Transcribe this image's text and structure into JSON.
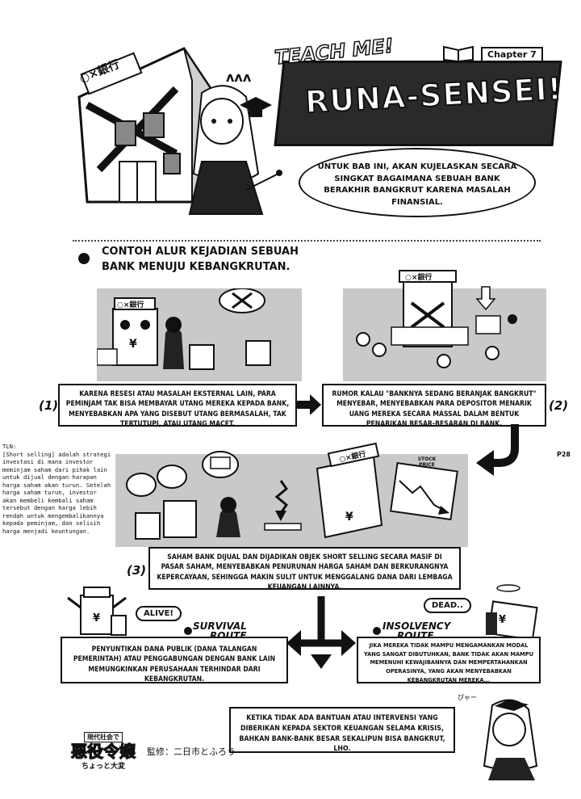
{
  "header": {
    "teach_me": "TEACH ME!",
    "chapter": "Chapter 7",
    "runa_sensei": "RUNA-SENSEI!",
    "bank_sign": "○×銀行",
    "intro": "UNTUK BAB INI, AKAN KUJELASKAN SECARA SINGKAT BAGAIMANA SEBUAH BANK BERAKHIR BANGKRUT KARENA MASALAH FINANSIAL."
  },
  "section": {
    "title_line1": "CONTOH ALUR KEJADIAN SEBUAH",
    "title_line2": "BANK MENUJU KEBANGKRUTAN."
  },
  "steps": [
    {
      "num": "(1)",
      "text": "KARENA RESESI ATAU MASALAH EKSTERNAL LAIN, PARA PEMINJAM TAK BISA MEMBAYAR UTANG MEREKA KEPADA BANK, MENYEBABKAN APA YANG DISEBUT UTANG BERMASALAH, TAK TERTUTUPI, ATAU UTANG MACET."
    },
    {
      "num": "(2)",
      "text": "RUMOR KALAU \"BANKNYA SEDANG BERANJAK BANGKRUT\" MENYEBAR, MENYEBABKAN PARA DEPOSITOR MENARIK UANG MEREKA SECARA MASSAL DALAM BENTUK PENARIKAN BESAR-BESARAN DI BANK."
    },
    {
      "num": "(3)",
      "text": "SAHAM BANK DIJUAL DAN DIJADIKAN OBJEK SHORT SELLING SECARA MASIF DI PASAR SAHAM, MENYEBABKAN PENURUNAN HARGA SAHAM DAN BERKURANGNYA KEPERCAYAAN, SEHINGGA MAKIN SULIT UNTUK MENGGALANG DANA DARI LEMBAGA KEUANGAN LAINNYA."
    }
  ],
  "art": {
    "bank_label": "○×銀行",
    "yen": "¥",
    "stock_price": "STOCK PRICE"
  },
  "page_number": "P28",
  "tln": "TLN:\n[Short selling] adalah strategi investasi di mana investor meminjam saham dari pihak lain untuk dijual dengan harapan harga saham akan turun. Setelah harga saham turun, investor akan membeli kembali saham tersebut dengan harga lebih rendah untuk mengembalikannya kepada peminjam, dan selisih harga menjadi keuntungan.",
  "survival": {
    "bubble": "ALIVE!",
    "route_line1": "SURVIVAL",
    "route_line2": "ROUTE",
    "text": "PENYUNTIKAN DANA PUBLIK (DANA TALANGAN PEMERINTAH) ATAU PENGGABUNGAN DENGAN BANK LAIN MEMUNGKINKAN PERUSAHAAN TERHINDAR DARI KEBANGKRUTAN."
  },
  "insolvency": {
    "bubble": "DEAD..",
    "route_line1": "INSOLVENCY",
    "route_line2": "ROUTE",
    "text": "JIKA MEREKA TIDAK MAMPU MENGAMANKAN MODAL YANG SANGAT DIBUTUHKAN, BANK TIDAK AKAN MAMPU MEMENUHI KEWAJIBANNYA DAN MEMPERTAHANKAN OPERASINYA, YANG AKAN MENYEBABKAN KEBANGKRUTAN MEREKA..."
  },
  "closing": {
    "text": "KETIKA TIDAK ADA BANTUAN ATAU INTERVENSI YANG DIBERIKAN KEPADA SEKTOR KEUANGAN SELAMA KRISIS, BAHKAN BANK-BANK BESAR SEKALIPUN BISA BANGKRUT, LHO.",
    "sfx": "ぴゃー"
  },
  "footer": {
    "logo_line1": "現代社会で",
    "logo_main": "悪役令嬢",
    "logo_line3": "ちょっと大変",
    "credit": "監修：二日市とふろう"
  }
}
